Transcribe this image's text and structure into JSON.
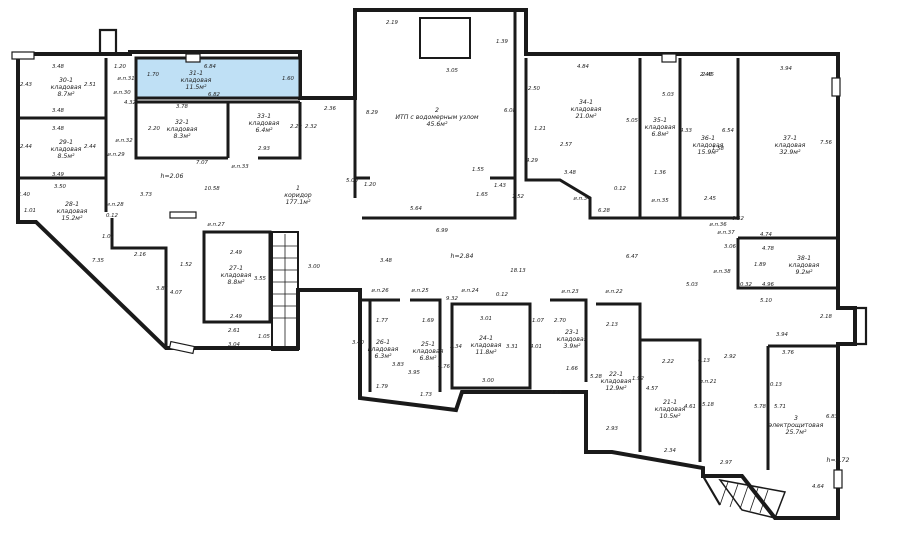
{
  "rooms": [
    {
      "id": "r30",
      "lines": [
        "30-1",
        "кладовая",
        "8.7м²"
      ]
    },
    {
      "id": "r31",
      "lines": [
        "31-1",
        "кладовая",
        "11.5м²"
      ]
    },
    {
      "id": "r29",
      "lines": [
        "29-1",
        "кладовая",
        "8.5м²"
      ]
    },
    {
      "id": "r32",
      "lines": [
        "32-1",
        "кладовая",
        "8.3м²"
      ]
    },
    {
      "id": "r33",
      "lines": [
        "33-1",
        "кладовая",
        "6.4м²"
      ]
    },
    {
      "id": "r2",
      "lines": [
        "2",
        "ИТП с водомерным узлом",
        "45.6м²"
      ]
    },
    {
      "id": "r34",
      "lines": [
        "34-1",
        "кладовая",
        "21.0м²"
      ]
    },
    {
      "id": "r35",
      "lines": [
        "35-1",
        "кладовая",
        "6.8м²"
      ]
    },
    {
      "id": "r36",
      "lines": [
        "36-1",
        "кладовая",
        "15.9м²"
      ]
    },
    {
      "id": "r37",
      "lines": [
        "37-1",
        "кладовая",
        "32.9м²"
      ]
    },
    {
      "id": "r28",
      "lines": [
        "28-1",
        "кладовая",
        "15.2м²"
      ]
    },
    {
      "id": "r1",
      "lines": [
        "1",
        "коридор",
        "177.1м²"
      ]
    },
    {
      "id": "r27",
      "lines": [
        "27-1",
        "кладовая",
        "8.8м²"
      ]
    },
    {
      "id": "r38",
      "lines": [
        "38-1",
        "кладовая",
        "9.2м²"
      ]
    },
    {
      "id": "r26",
      "lines": [
        "26-1",
        "кладовая",
        "6.3м²"
      ]
    },
    {
      "id": "r25",
      "lines": [
        "25-1",
        "кладовая",
        "6.8м²"
      ]
    },
    {
      "id": "r24",
      "lines": [
        "24-1",
        "кладовая",
        "11.8м²"
      ]
    },
    {
      "id": "r23",
      "lines": [
        "23-1",
        "кладовая",
        "3.9м²"
      ]
    },
    {
      "id": "r22",
      "lines": [
        "22-1",
        "кладовая",
        "12.9м²"
      ]
    },
    {
      "id": "r21",
      "lines": [
        "21-1",
        "кладовая",
        "10.5м²"
      ]
    },
    {
      "id": "r3",
      "lines": [
        "3",
        "электрощитовая",
        "25.7м²"
      ]
    }
  ],
  "heights": [
    "h=2.06",
    "h=2.84",
    "h=2.72"
  ],
  "utility_labels": [
    "и.п.31",
    "и.п.30",
    "и.п.32",
    "и.п.29",
    "и.п.33",
    "и.п.28",
    "и.п.27",
    "и.п.34",
    "и.п.35",
    "и.п.36",
    "и.п.37",
    "и.п.38",
    "и.п.26",
    "и.п.25",
    "и.п.24",
    "и.п.23",
    "и.п.22",
    "и.п.21"
  ],
  "dimensions": [
    "3.48",
    "1.20",
    "6.84",
    "2.19",
    "1.39",
    "2.43",
    "2.51",
    "1.70",
    "3.05",
    "4.84",
    "2.45",
    "3.94",
    "3.48",
    "6.82",
    "1.60",
    "2.50",
    "2.45",
    "5.03",
    "3.48",
    "4.32",
    "3.78",
    "2.36",
    "8.29",
    "6.08",
    "1.21",
    "5.05",
    "4.33",
    "6.54",
    "7.56",
    "2.44",
    "2.20",
    "2.20",
    "2.32",
    "2.57",
    "1.58",
    "2.44",
    "2.93",
    "7.07",
    "4.29",
    "3.49",
    "10.58",
    "5.00",
    "1.20",
    "1.55",
    "1.43",
    "3.48",
    "0.12",
    "1.36",
    "3.50",
    "3.73",
    "1.65",
    "1.52",
    "6.28",
    "1.40",
    "1.01",
    "0.12",
    "5.64",
    "2.45",
    "0.32",
    "6.99",
    "4.74",
    "1.02",
    "2.16",
    "4.78",
    "3.06",
    "1.89",
    "7.35",
    "2.49",
    "3.00",
    "3.48",
    "18.13",
    "6.47",
    "1.52",
    "3.55",
    "4.07",
    "3.85",
    "9.32",
    "0.12",
    "5.03",
    "4.96",
    "0.32",
    "5.10",
    "2.18",
    "2.49",
    "1.77",
    "1.69",
    "3.01",
    "1.07",
    "2.70",
    "2.13",
    "3.94",
    "2.61",
    "3.04",
    "1.05",
    "3.40",
    "3.83",
    "3.95",
    "4.76",
    "3.34",
    "3.31",
    "4.01",
    "2.22",
    "0.13",
    "2.92",
    "3.76",
    "5.28",
    "1.66",
    "1.92",
    "1.79",
    "1.73",
    "3.00",
    "2.63",
    "4.57",
    "4.61",
    "5.18",
    "5.78",
    "5.71",
    "0.13",
    "6.83",
    "2.93",
    "2.34",
    "2.97",
    "4.64"
  ]
}
